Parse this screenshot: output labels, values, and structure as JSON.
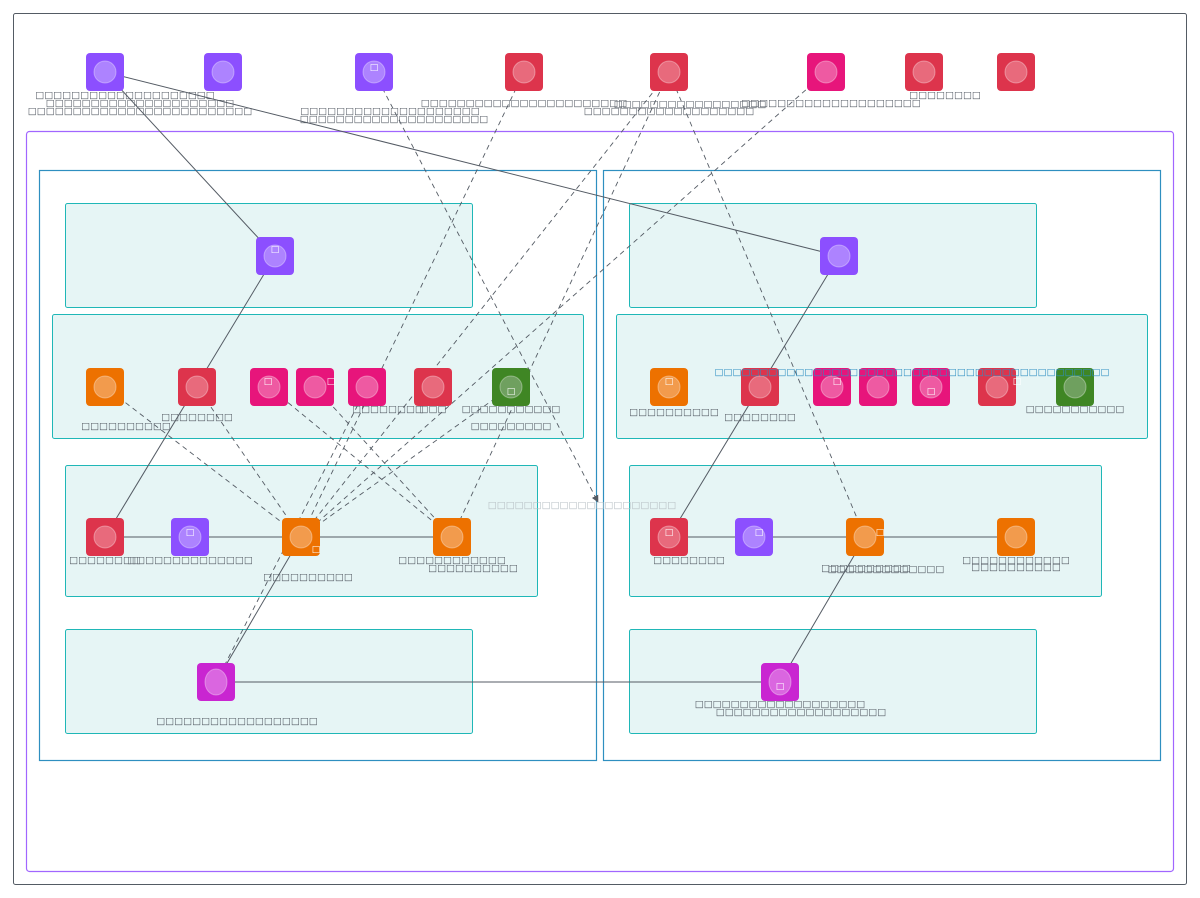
{
  "diagram": {
    "title": "",
    "colors": {
      "compute": "#ed7100",
      "security": "#dd344c",
      "network": "#8c4fff",
      "app": "#e7157b",
      "storage": "#3f8624",
      "db": "#c925d1",
      "frame": "#232f3e",
      "cloud": "#a166ff",
      "region": "#2e8fc0",
      "subnet_border": "#1fb7b7",
      "subnet_fill": "#e6f5f5",
      "edge": "#545b64"
    },
    "label_glyph": "□",
    "external_nodes": [
      {
        "id": "n1",
        "kind": "network",
        "labels": [
          "□□□□□□□□□□□□□□□□□□□□",
          "□□□□□□□□□□□□□□□□□□□□□",
          "□□□□□□□□□□□□□□□□□□□□□□□□□"
        ],
        "mark": ""
      },
      {
        "id": "n2",
        "kind": "network",
        "labels": [],
        "mark": ""
      },
      {
        "id": "n3",
        "kind": "network",
        "labels": [
          "□□□□□□□□□□□□□□□□□□□□",
          "□□□□□□□□□□□□□□□□□□□□□"
        ],
        "mark": "□"
      },
      {
        "id": "n4",
        "kind": "security",
        "labels": [
          "□□□□□□□□□□□□□□□□□□□□□□□"
        ],
        "mark": ""
      },
      {
        "id": "n5",
        "kind": "security",
        "labels": [
          "□□□□□□□□□□□□□□□□□",
          "□□□□□□□□□□□□□□□□□□□"
        ],
        "mark": ""
      },
      {
        "id": "n6",
        "kind": "app",
        "labels": [
          "□□□□□□□□□□□□□□□□□□□□"
        ],
        "mark": ""
      },
      {
        "id": "n7",
        "kind": "security",
        "labels": [
          "□□□□□□□□"
        ],
        "mark": ""
      },
      {
        "id": "n8",
        "kind": "security",
        "labels": [],
        "mark": ""
      }
    ],
    "cloud_group": {
      "label": ""
    },
    "regions": [
      {
        "id": "left",
        "label": "",
        "subnets": [
          {
            "id": "l1",
            "nodes": [
              {
                "id": "l1a",
                "kind": "network",
                "labels": [],
                "mark": "□"
              }
            ]
          },
          {
            "id": "l2",
            "nodes": [
              {
                "id": "l2a",
                "kind": "compute",
                "labels": [
                  "□□□□□□□□□□"
                ],
                "mark": ""
              },
              {
                "id": "l2b",
                "kind": "security",
                "labels": [
                  "□□□□□□□□"
                ],
                "mark": ""
              },
              {
                "id": "l2c",
                "kind": "app",
                "labels": [],
                "mark": "□"
              },
              {
                "id": "l2d",
                "kind": "app",
                "labels": [],
                "mark": "□"
              },
              {
                "id": "l2e",
                "kind": "app",
                "labels": [
                  "□□□□□□□□"
                ],
                "mark": ""
              },
              {
                "id": "l2f",
                "kind": "security",
                "labels": [
                  "□□□"
                ],
                "mark": ""
              },
              {
                "id": "l2g",
                "kind": "storage",
                "labels": [
                  "□□□□□□□□□□□",
                  "□□□□□□□□□"
                ],
                "mark": "□"
              }
            ]
          },
          {
            "id": "l3",
            "nodes": [
              {
                "id": "l3a",
                "kind": "security",
                "labels": [
                  "□□□□□□□□"
                ],
                "mark": ""
              },
              {
                "id": "l3b",
                "kind": "network",
                "labels": [
                  "□□□□□□□□□□□□□□"
                ],
                "mark": "□"
              },
              {
                "id": "l3c",
                "kind": "compute",
                "labels": [
                  "□□□□□□□□□□"
                ],
                "mark": "□"
              },
              {
                "id": "l3d",
                "kind": "compute",
                "labels": [
                  "□□□□□□□□□□□□",
                  "□□□□□□□□□□"
                ],
                "mark": ""
              }
            ]
          },
          {
            "id": "l4",
            "nodes": [
              {
                "id": "l4a",
                "kind": "db",
                "labels": [
                  "□□□□□□□□□□□□□□□□□□"
                ],
                "mark": ""
              }
            ]
          }
        ]
      },
      {
        "id": "right",
        "label": "",
        "subnets": [
          {
            "id": "r1",
            "nodes": [
              {
                "id": "r1a",
                "kind": "network",
                "labels": [],
                "mark": ""
              }
            ]
          },
          {
            "id": "r2",
            "banner": "□□□□□□□□□□□□□□□□□□□□□□□□□□□□□□□□□□□□□□□□□□□□",
            "nodes": [
              {
                "id": "r2a",
                "kind": "compute",
                "labels": [
                  "□□□□□□□□□□"
                ],
                "mark": "□"
              },
              {
                "id": "r2b",
                "kind": "security",
                "labels": [
                  "□□□□□□□□"
                ],
                "mark": ""
              },
              {
                "id": "r2c",
                "kind": "app",
                "labels": [],
                "mark": "□"
              },
              {
                "id": "r2d",
                "kind": "app",
                "labels": [],
                "mark": ""
              },
              {
                "id": "r2e",
                "kind": "app",
                "labels": [],
                "mark": "□"
              },
              {
                "id": "r2f",
                "kind": "security",
                "labels": [],
                "mark": "□"
              },
              {
                "id": "r2g",
                "kind": "storage",
                "labels": [
                  "□□□□□□□□□□□"
                ],
                "mark": ""
              }
            ]
          },
          {
            "id": "r3",
            "nodes": [
              {
                "id": "r3a",
                "kind": "security",
                "labels": [
                  "□□□□□□□□"
                ],
                "mark": "□"
              },
              {
                "id": "r3b",
                "kind": "network",
                "labels": [],
                "mark": "□"
              },
              {
                "id": "r3c",
                "kind": "compute",
                "labels": [
                  "□□□□□□□□□□",
                  "□□□□□□□□□□□□□"
                ],
                "mark": "□"
              },
              {
                "id": "r3d",
                "kind": "compute",
                "labels": [
                  "□□□□□□□□□□□□",
                  "□□□□□□□□□□"
                ],
                "mark": ""
              }
            ]
          },
          {
            "id": "r4",
            "nodes": [
              {
                "id": "r4a",
                "kind": "db",
                "labels": [
                  "□□□□□□□□□□□□□□□□□□□",
                  "□□□□□□□□□□□□□□□□□□□"
                ],
                "mark": "□"
              }
            ]
          }
        ]
      }
    ],
    "floating_labels": [
      {
        "id": "mid-label",
        "text": "□□□□□□□□□□□□□□□□□□□□□"
      }
    ],
    "edges": [
      {
        "from": "n1",
        "to": "l1a",
        "style": "solid"
      },
      {
        "from": "n1",
        "to": "r1a",
        "style": "solid"
      },
      {
        "from": "l1a",
        "to": "l3a",
        "style": "solid"
      },
      {
        "from": "r1a",
        "to": "r3a",
        "style": "solid"
      },
      {
        "from": "l3a",
        "to": "l3b",
        "style": "solid"
      },
      {
        "from": "l3b",
        "to": "l3c",
        "style": "solid"
      },
      {
        "from": "l3c",
        "to": "l3d",
        "style": "solid"
      },
      {
        "from": "r3a",
        "to": "r3b",
        "style": "solid"
      },
      {
        "from": "r3b",
        "to": "r3c",
        "style": "solid"
      },
      {
        "from": "r3c",
        "to": "r3d",
        "style": "solid"
      },
      {
        "from": "l4a",
        "to": "r4a",
        "style": "solid"
      },
      {
        "from": "l3c",
        "to": "l4a",
        "style": "solid"
      },
      {
        "from": "r3c",
        "to": "r4a",
        "style": "solid"
      },
      {
        "from": "l3c",
        "to": "l2a",
        "style": "dashed"
      },
      {
        "from": "l3c",
        "to": "l2b",
        "style": "dashed"
      },
      {
        "from": "l3d",
        "to": "l2c",
        "style": "dashed"
      },
      {
        "from": "l3d",
        "to": "l2d",
        "style": "dashed"
      },
      {
        "from": "l4a",
        "to": "l2e",
        "style": "dashed"
      },
      {
        "from": "l3c",
        "to": "l2g",
        "style": "dashed"
      },
      {
        "from": "n3",
        "to": "mid-label",
        "style": "dashed"
      },
      {
        "from": "n4",
        "to": "l3c",
        "style": "dashed"
      },
      {
        "from": "n5",
        "to": "l3c",
        "style": "dashed"
      },
      {
        "from": "n5",
        "to": "r3c",
        "style": "dashed"
      },
      {
        "from": "n6",
        "to": "l3c",
        "style": "dashed"
      },
      {
        "from": "l3d",
        "to": "n5",
        "style": "dashed"
      }
    ]
  }
}
